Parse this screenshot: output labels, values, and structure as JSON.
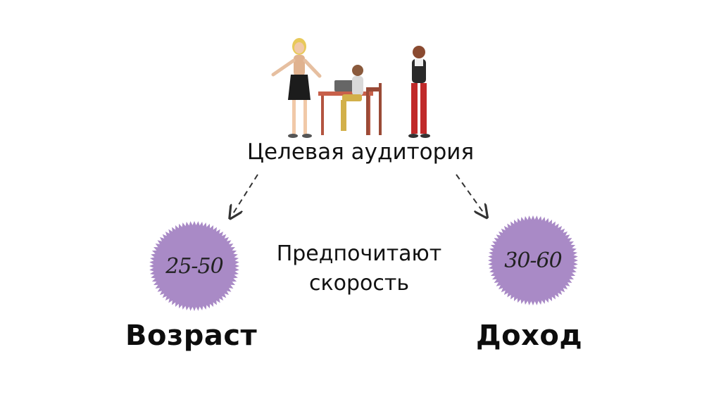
{
  "title": "Целевая аудитория",
  "center_text": [
    "Предпочитают",
    "скорость"
  ],
  "left": {
    "value": "25-50",
    "label": "Возраст"
  },
  "right": {
    "value": "30-60",
    "label": "Доход"
  },
  "colors": {
    "badge": "#a98ac6",
    "text": "#111111",
    "arrow": "#333333"
  }
}
